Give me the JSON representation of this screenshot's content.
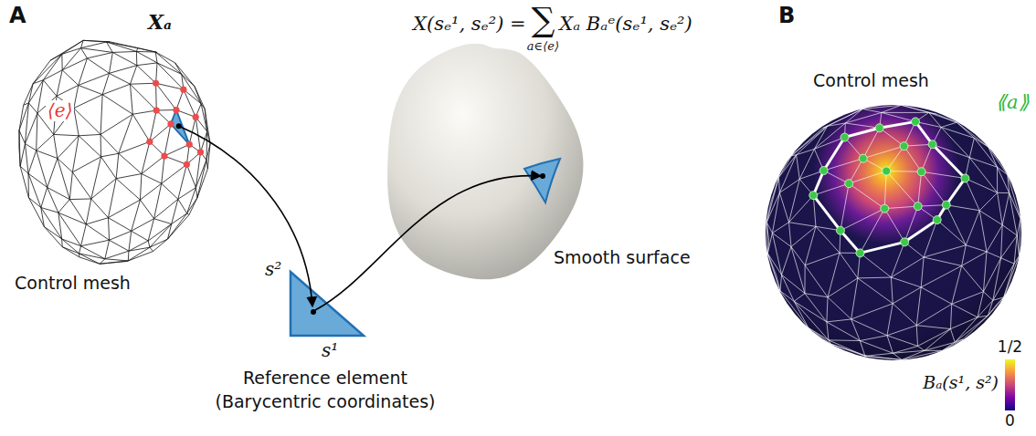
{
  "diagram": {
    "labels": [
      "A",
      "X(sₑ¹, sₑ²) =",
      "∑",
      "a∈⟨e⟩",
      "Xₐ Bₐᵉ(sₑ¹, sₑ²)",
      "Xₐ",
      "⟨e⟩",
      "s²",
      "s¹",
      "Control mesh",
      "Reference element",
      "(Barycentric coordinates)",
      "Smooth surface",
      "B",
      "Control mesh",
      "⟪a⟫",
      "1/2",
      "Bₐ(s¹, s²)",
      "0"
    ]
  }
}
